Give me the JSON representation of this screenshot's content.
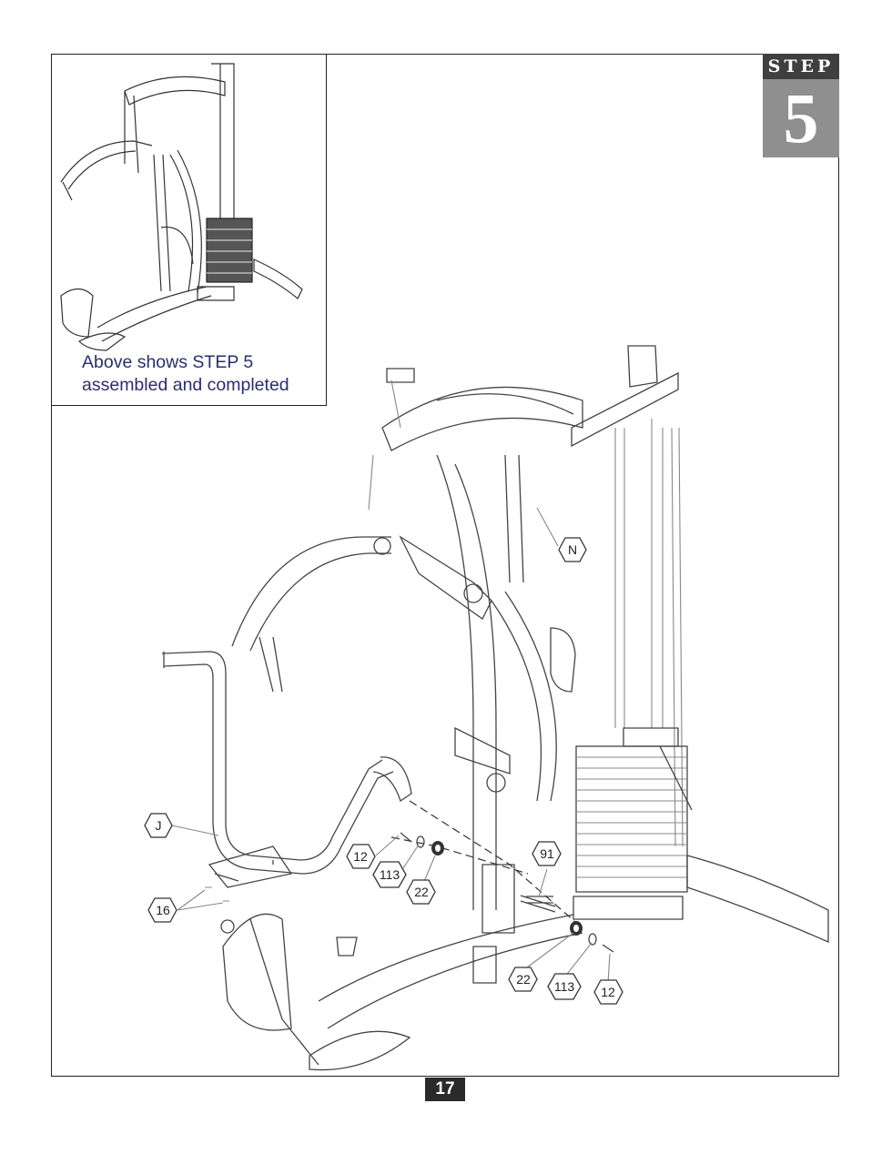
{
  "step": {
    "label": "STEP",
    "number": "5"
  },
  "inset": {
    "caption_line1": "Above shows STEP 5",
    "caption_line2": "assembled and completed"
  },
  "callouts": {
    "N": "N",
    "J": "J",
    "p12_left": "12",
    "p113_left": "113",
    "p22_left": "22",
    "p91": "91",
    "p16": "16",
    "p22_right": "22",
    "p113_right": "113",
    "p12_right": "12"
  },
  "page_number": "17"
}
